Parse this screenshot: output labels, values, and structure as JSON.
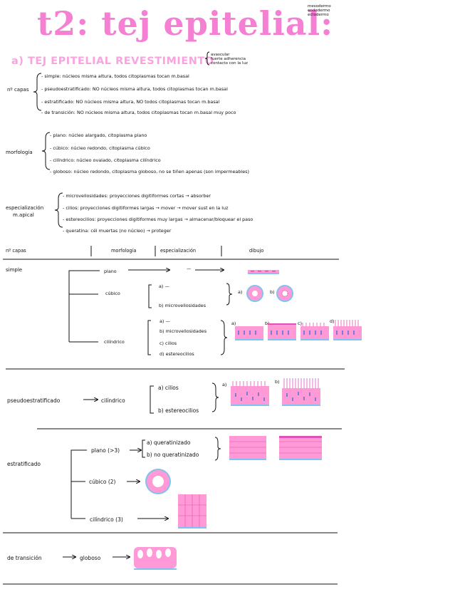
{
  "title": "t2: tej epitelial:",
  "origins": [
    "mesodermo",
    "endodermo",
    "ectodermo"
  ],
  "section_a": {
    "label": "a) TEJ EPITELIAL REVESTIMIENTO",
    "notes": [
      "avascular",
      "fuerte adherencia",
      "contacto con la luz"
    ]
  },
  "capas": {
    "label": "nº capas",
    "items": [
      "- simple: núcleos misma altura, todos citoplasmas tocan m.basal",
      "- pseudoestratificado: NO núcleos misma altura, todos citoplasmas tocan m.basal",
      "- estratificado: NO núcleos misma altura, NO todos citoplasmas tocan m.basal",
      "- de transición: NO núcleos misma altura, todos citoplasmas tocan m.basal muy poco"
    ]
  },
  "morfologia": {
    "label": "morfología",
    "items": [
      "- plano: núcleo alargado, citoplasma plano",
      "- cúbico: núcleo redondo, citoplasma cúbico",
      "- cilíndrico: núcleo ovalado, citoplasma cilíndrico",
      "- globoso: núcleo redondo, citoplasma globoso, no se tiñen apenas (son impermeables)"
    ]
  },
  "especializacion": {
    "label": [
      "especialización",
      "m.apical"
    ],
    "items": [
      "- microvellosidades: proyecciones digitiformes cortas → absorber",
      "- cilios: proyecciones digitiformes largas → mover → mover sust en la luz",
      "- estereocilios: proyecciones digitiformes muy largas → almacenar/bloquear el paso",
      "- queratina: cél muertas (no núcleo) → proteger"
    ]
  },
  "table_header": [
    "nº capas",
    "morfología",
    "especialización",
    "dibujo"
  ],
  "simple": {
    "label": "simple",
    "plano": "plano",
    "plano_dash": "—",
    "cubico": "cúbico",
    "cubico_items": [
      "a) —",
      "b) microvellosidades"
    ],
    "cubico_draw": [
      "a)",
      "b)"
    ],
    "cilindrico": "cilíndrico",
    "cilindrico_items": [
      "a) —",
      "b) microvellosidades",
      "c) cilios",
      "d) estereocilios"
    ],
    "cilindrico_draw": [
      "a)",
      "b)",
      "c)",
      "d)"
    ]
  },
  "pseudo": {
    "label": "pseudoestratificado",
    "morf": "cilíndrico",
    "items": [
      "a) cilios",
      "b) estereocilios"
    ],
    "draw": [
      "a)",
      "b)"
    ]
  },
  "estratificado": {
    "label": "estratificado",
    "plano": "plano (>3)",
    "plano_items": [
      "a) queratinizado",
      "b) no queratinizado"
    ],
    "cubico": "cúbico (2)",
    "cilindrico": "cilíndrico (3)"
  },
  "transicion": {
    "label": "de transición",
    "morf": "globoso"
  },
  "colors": {
    "pink": "#ff9ad6",
    "title_pink": "#f47fd3",
    "blue": "#7fc3f0"
  }
}
